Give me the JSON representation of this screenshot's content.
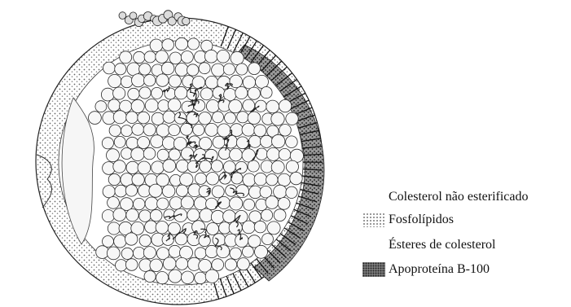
{
  "legend": [
    {
      "label": "Colesterol não esterificado",
      "swatch": "none"
    },
    {
      "label": "Fosfolípidos",
      "swatch": "dotted"
    },
    {
      "label": "Ésteres de colesterol",
      "swatch": "none"
    },
    {
      "label": "Apoproteína B-100",
      "swatch": "dark-stipple"
    }
  ],
  "colors": {
    "ink": "#111111",
    "sphere_fill": "#f4f4f4",
    "stipple": "#555555"
  }
}
